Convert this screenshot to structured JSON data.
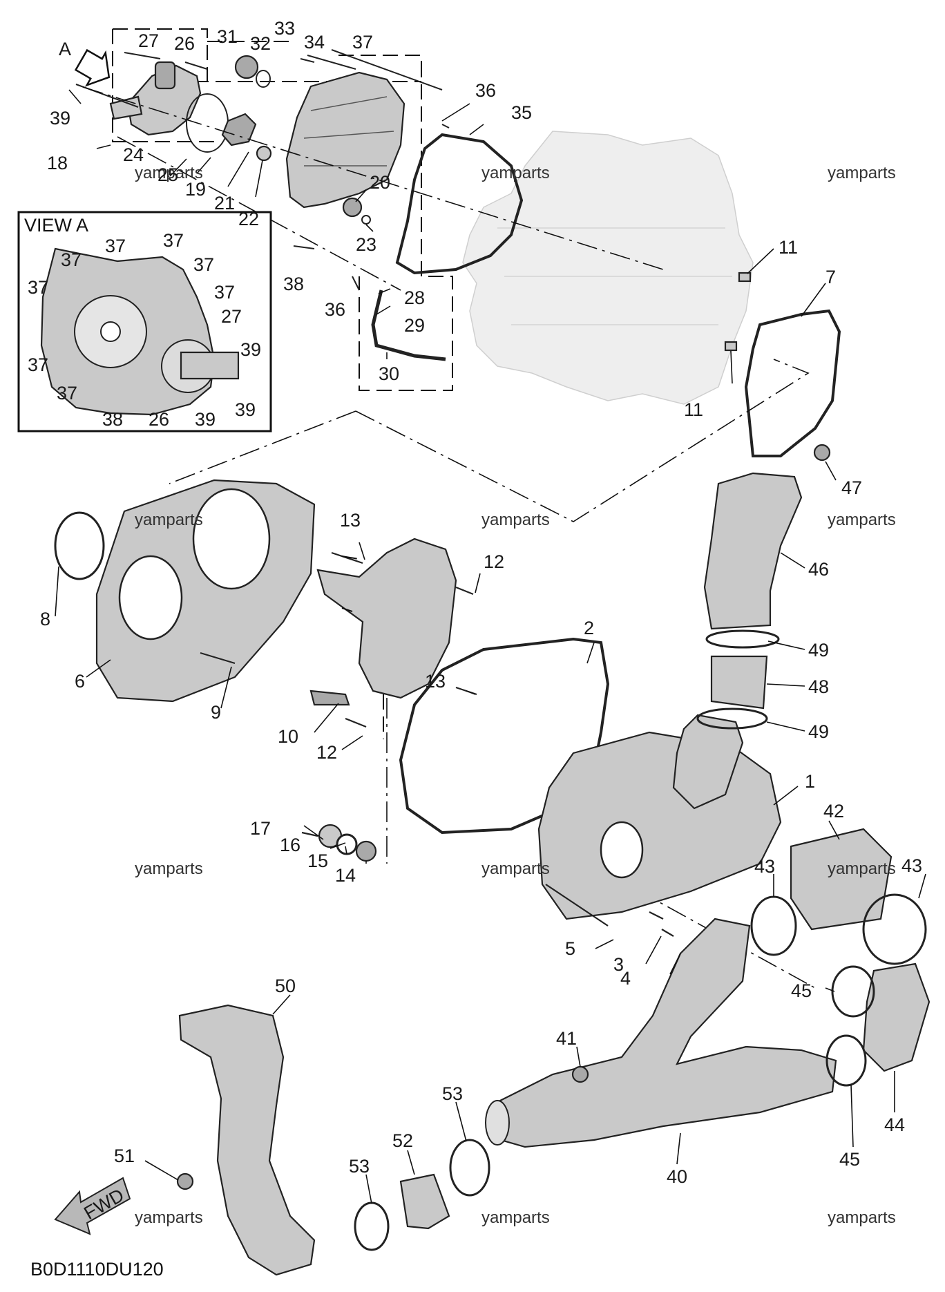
{
  "diagram": {
    "code": "B0D1110DU120",
    "view_label": "VIEW A",
    "arrow_label": "A",
    "fwd_label": "FWD",
    "watermark": "yamparts",
    "callouts": [
      {
        "id": "c27a",
        "text": "27"
      },
      {
        "id": "c26a",
        "text": "26"
      },
      {
        "id": "c31",
        "text": "31"
      },
      {
        "id": "c32",
        "text": "32"
      },
      {
        "id": "c33",
        "text": "33"
      },
      {
        "id": "c34",
        "text": "34"
      },
      {
        "id": "c37a",
        "text": "37"
      },
      {
        "id": "c39a",
        "text": "39"
      },
      {
        "id": "c36a",
        "text": "36"
      },
      {
        "id": "c35",
        "text": "35"
      },
      {
        "id": "c18",
        "text": "18"
      },
      {
        "id": "c24",
        "text": "24"
      },
      {
        "id": "c25",
        "text": "25"
      },
      {
        "id": "c19",
        "text": "19"
      },
      {
        "id": "c21",
        "text": "21"
      },
      {
        "id": "c22",
        "text": "22"
      },
      {
        "id": "c20",
        "text": "20"
      },
      {
        "id": "c23",
        "text": "23"
      },
      {
        "id": "c38a",
        "text": "38"
      },
      {
        "id": "c36b",
        "text": "36"
      },
      {
        "id": "c28",
        "text": "28"
      },
      {
        "id": "c29",
        "text": "29"
      },
      {
        "id": "c30",
        "text": "30"
      },
      {
        "id": "c11a",
        "text": "11"
      },
      {
        "id": "c11b",
        "text": "11"
      },
      {
        "id": "c7",
        "text": "7"
      },
      {
        "id": "v37a",
        "text": "37"
      },
      {
        "id": "v37b",
        "text": "37"
      },
      {
        "id": "v37c",
        "text": "37"
      },
      {
        "id": "v37d",
        "text": "37"
      },
      {
        "id": "v37e",
        "text": "37"
      },
      {
        "id": "v37f",
        "text": "37"
      },
      {
        "id": "v37g",
        "text": "37"
      },
      {
        "id": "v37h",
        "text": "37"
      },
      {
        "id": "v27",
        "text": "27"
      },
      {
        "id": "v39a",
        "text": "39"
      },
      {
        "id": "v39b",
        "text": "39"
      },
      {
        "id": "v39c",
        "text": "39"
      },
      {
        "id": "v38",
        "text": "38"
      },
      {
        "id": "v26",
        "text": "26"
      },
      {
        "id": "c47",
        "text": "47"
      },
      {
        "id": "c46",
        "text": "46"
      },
      {
        "id": "c13a",
        "text": "13"
      },
      {
        "id": "c12a",
        "text": "12"
      },
      {
        "id": "c8",
        "text": "8"
      },
      {
        "id": "c6",
        "text": "6"
      },
      {
        "id": "c9",
        "text": "9"
      },
      {
        "id": "c13b",
        "text": "13"
      },
      {
        "id": "c2",
        "text": "2"
      },
      {
        "id": "c49a",
        "text": "49"
      },
      {
        "id": "c48",
        "text": "48"
      },
      {
        "id": "c49b",
        "text": "49"
      },
      {
        "id": "c10",
        "text": "10"
      },
      {
        "id": "c12b",
        "text": "12"
      },
      {
        "id": "c1",
        "text": "1"
      },
      {
        "id": "c17",
        "text": "17"
      },
      {
        "id": "c16",
        "text": "16"
      },
      {
        "id": "c15",
        "text": "15"
      },
      {
        "id": "c14",
        "text": "14"
      },
      {
        "id": "c42",
        "text": "42"
      },
      {
        "id": "c43a",
        "text": "43"
      },
      {
        "id": "c43b",
        "text": "43"
      },
      {
        "id": "c5",
        "text": "5"
      },
      {
        "id": "c3",
        "text": "3"
      },
      {
        "id": "c4",
        "text": "4"
      },
      {
        "id": "c45a",
        "text": "45"
      },
      {
        "id": "c50",
        "text": "50"
      },
      {
        "id": "c41",
        "text": "41"
      },
      {
        "id": "c51",
        "text": "51"
      },
      {
        "id": "c53a",
        "text": "53"
      },
      {
        "id": "c52",
        "text": "52"
      },
      {
        "id": "c53b",
        "text": "53"
      },
      {
        "id": "c40",
        "text": "40"
      },
      {
        "id": "c44",
        "text": "44"
      },
      {
        "id": "c45b",
        "text": "45"
      }
    ]
  }
}
